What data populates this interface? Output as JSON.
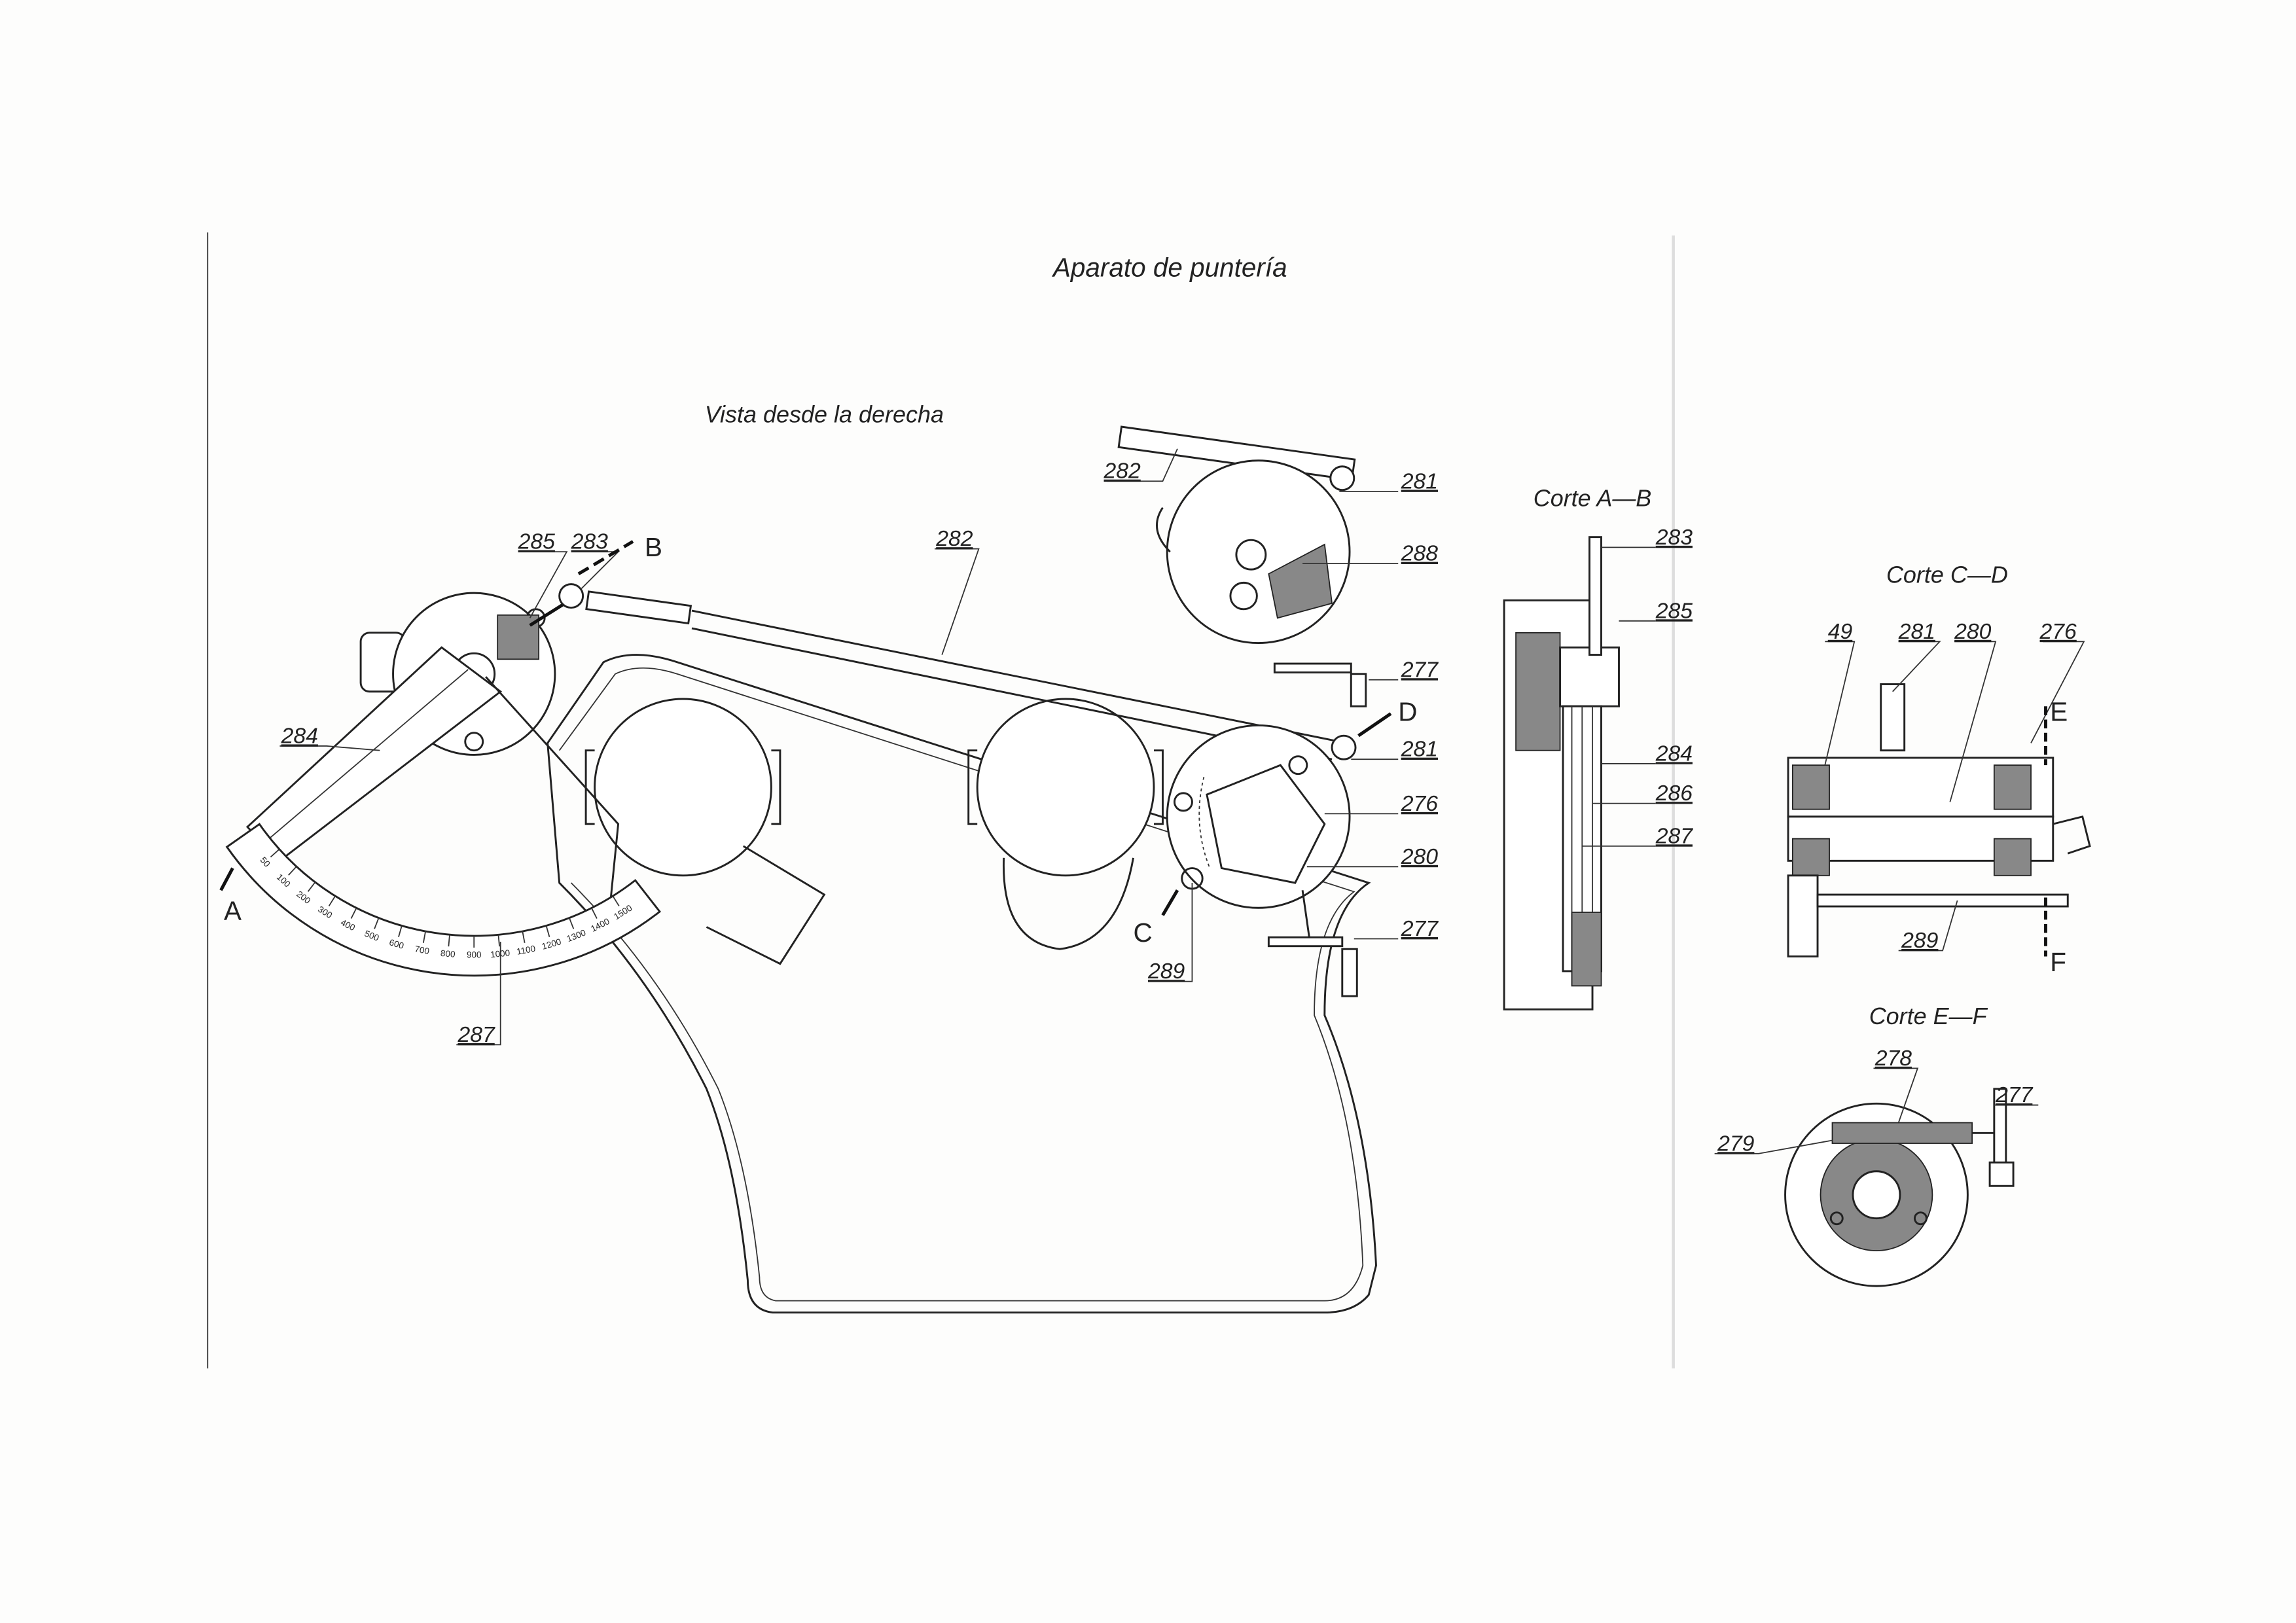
{
  "title": "Aparato de puntería",
  "views": {
    "main": "Vista desde la derecha",
    "section_ab": "Corte A—B",
    "section_cd": "Corte C—D",
    "section_ef": "Corte E—F"
  },
  "section_letters": [
    "A",
    "B",
    "C",
    "D",
    "E",
    "F"
  ],
  "main_labels": {
    "l282_top": "282",
    "l281_top": "281",
    "l288": "288",
    "l277_top": "277",
    "l285": "285",
    "l283": "283",
    "l282_rod": "282",
    "l284": "284",
    "l281_low": "281",
    "l276": "276",
    "l280": "280",
    "l277_low": "277",
    "l289": "289",
    "l287": "287"
  },
  "ab_labels": {
    "l283": "283",
    "l285": "285",
    "l284": "284",
    "l286": "286",
    "l287": "287"
  },
  "cd_labels": {
    "l49": "49",
    "l281": "281",
    "l280": "280",
    "l276": "276",
    "l289": "289"
  },
  "ef_labels": {
    "l278": "278",
    "l277": "277",
    "l279": "279"
  },
  "scale_marks": [
    "50",
    "100",
    "200",
    "300",
    "400",
    "500",
    "600",
    "700",
    "800",
    "900",
    "1000",
    "1100",
    "1200",
    "1300",
    "1400",
    "1500"
  ]
}
